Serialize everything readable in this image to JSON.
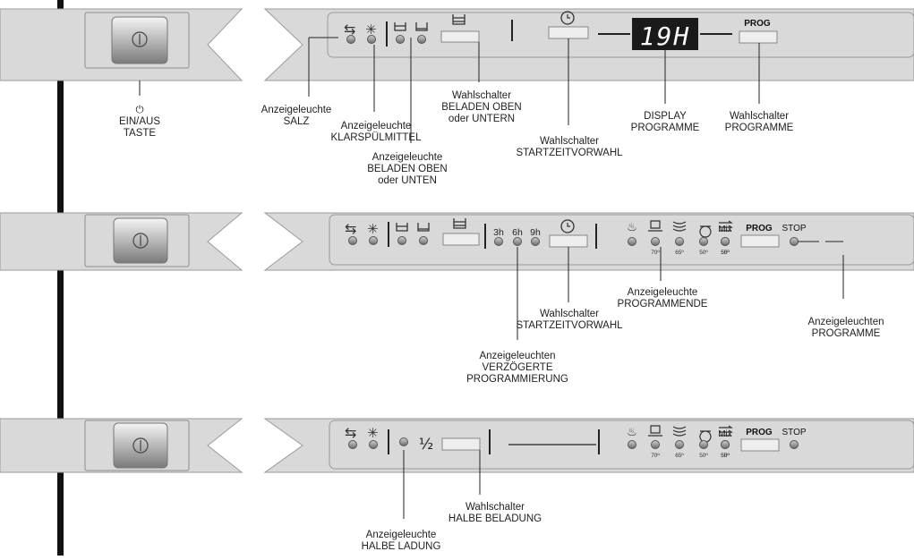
{
  "panels": [
    {
      "id": "panel-1",
      "led_top_icons": [
        "salt-icon",
        "rinse-aid-icon",
        "upper-basket-icon",
        "lower-basket-icon"
      ],
      "display_value": "19H",
      "prog_label": "PROG"
    },
    {
      "id": "panel-2",
      "delay_labels": [
        "3h",
        "6h",
        "9h"
      ],
      "program_icons": [
        "prewash-icon",
        "intensive-icon",
        "normal-icon",
        "eco-icon",
        "quick-icon",
        "mix-label"
      ],
      "program_temps": [
        "70º",
        "65º",
        "50º",
        "55º",
        "50º"
      ],
      "mix_label": "Mix",
      "prog_label": "PROG",
      "stop_label": "STOP"
    },
    {
      "id": "panel-3",
      "half_label": "½",
      "program_temps": [
        "70º",
        "65º",
        "50º",
        "55º",
        "50º"
      ],
      "mix_label": "Mix",
      "prog_label": "PROG",
      "stop_label": "STOP"
    }
  ],
  "labels": {
    "on_off": [
      "EIN/AUS",
      "TASTE"
    ],
    "salt": [
      "Anzeigeleuchte",
      "SALZ"
    ],
    "rinse": [
      "Anzeigeleuchte",
      "KLARSPÜLMITTEL"
    ],
    "load_led": [
      "Anzeigeleuchte",
      "BELADEN OBEN",
      "oder UNTEN"
    ],
    "load_switch": [
      "Wahlschalter",
      "BELADEN OBEN",
      "oder UNTERN"
    ],
    "start_delay_1": [
      "Wahlschalter",
      "STARTZEITVORWAHL"
    ],
    "display": [
      "DISPLAY",
      "PROGRAMME"
    ],
    "prog_switch": [
      "Wahlschalter",
      "PROGRAMME"
    ],
    "prog_end": [
      "Anzeigeleuchte",
      "PROGRAMMENDE"
    ],
    "start_delay_2": [
      "Wahlschalter",
      "STARTZEITVORWAHL"
    ],
    "prog_leds": [
      "Anzeigeleuchten",
      "PROGRAMME"
    ],
    "delayed": [
      "Anzeigeleuchten",
      "VERZÖGERTE",
      "PROGRAMMIERUNG"
    ],
    "half_switch": [
      "Wahlschalter",
      "HALBE BELADUNG"
    ],
    "half_led": [
      "Anzeigeleuchte",
      "HALBE LADUNG"
    ]
  },
  "colors": {
    "panel_fill": "#d9d9d9",
    "panel_edge": "#9a9a9a",
    "display_bg": "#1a1a1a",
    "display_fg": "#ffffff",
    "rail": "#111111"
  }
}
